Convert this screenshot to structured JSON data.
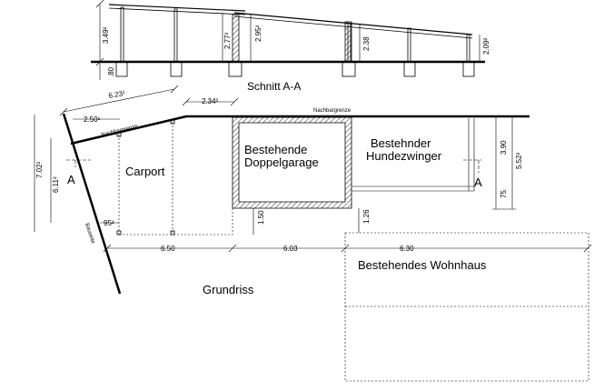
{
  "section": {
    "title": "Schnitt A-A",
    "dims": {
      "h_left": "3.49²",
      "h_mid1": "2.77²",
      "h_mid2": "2.95²",
      "h_mid3": "2.38",
      "h_right": "2.09²",
      "foot": ".80"
    }
  },
  "plan": {
    "title": "Grundriss",
    "neighbor_border": "Nachbargrenze",
    "neighbor_border_2": "Nachbargrenze",
    "street_side": "Bauseite",
    "section_marker": "A",
    "rooms": {
      "carport": "Carport",
      "garage_line1": "Bestehende",
      "garage_line2": "Doppelgarage",
      "kennel_line1": "Bestehnder",
      "kennel_line2": "Hundezwinger",
      "house": "Bestehendes Wohnhaus"
    },
    "dims": {
      "d_623": "6.23¹",
      "d_250": "2.50¹",
      "d_234": "2.34²",
      "d_702": "7.02²",
      "d_611": "6.11²",
      "d_95": "95²",
      "d_650": "6.50",
      "d_603": "6.03",
      "d_630": "6.30",
      "d_150": "1.50",
      "d_126": "1.26",
      "d_390": "3.90",
      "d_552": "5.52²",
      "d_75": "75"
    }
  }
}
